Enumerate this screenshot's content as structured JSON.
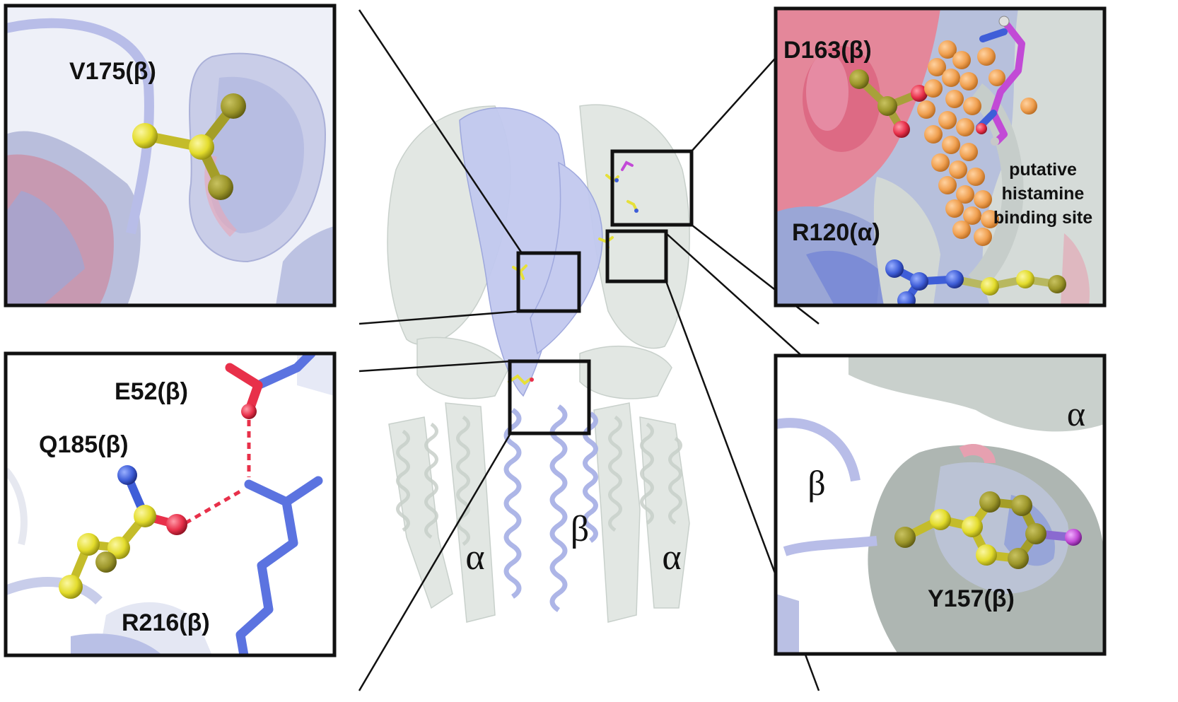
{
  "panels": {
    "top_left": {
      "residue": "V175(β)"
    },
    "top_right": {
      "residue_1": "D163(β)",
      "residue_2": "R120(α)",
      "site_line1": "putative",
      "site_line2": "histamine",
      "site_line3": "binding site"
    },
    "bottom_left": {
      "residue_1": "E52(β)",
      "residue_2": "Q185(β)",
      "residue_3": "R216(β)"
    },
    "bottom_right": {
      "residue": "Y157(β)",
      "subunit_alpha": "α",
      "subunit_beta": "β"
    }
  },
  "center": {
    "subunit_alpha_left": "α",
    "subunit_beta": "β",
    "subunit_alpha_right": "α"
  },
  "colors": {
    "alpha_subunit": "#d7dfda",
    "beta_subunit": "#aab4e8",
    "carbon_yellow": "#e6e03a",
    "oxygen_red": "#e8304a",
    "nitrogen_blue": "#3f5ed8",
    "arginine_blue": "#5b73e0",
    "ligand_orange": "#f0a050",
    "ligand_magenta": "#c24ad6"
  }
}
